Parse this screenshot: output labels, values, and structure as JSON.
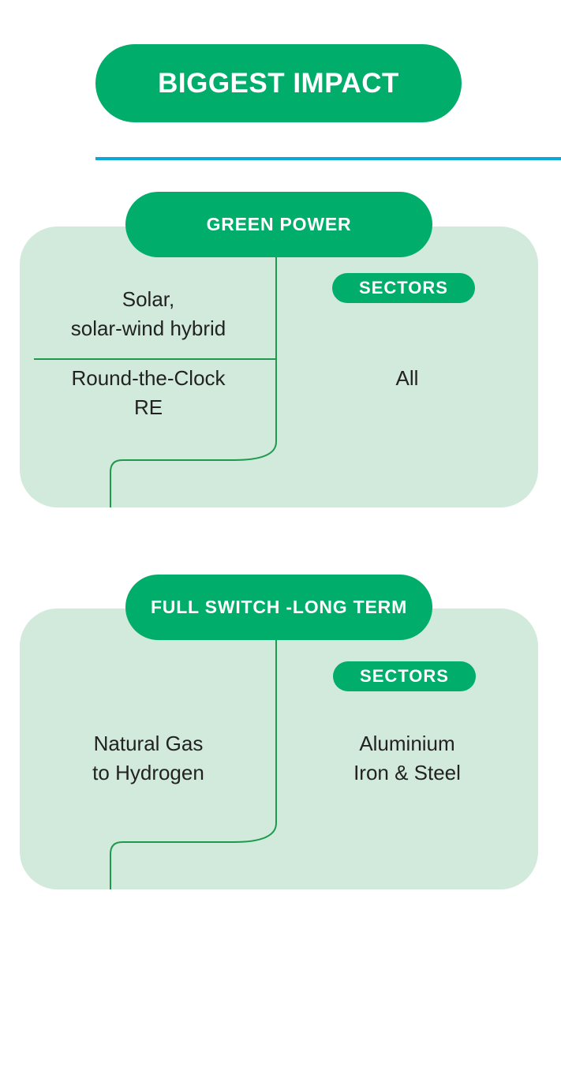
{
  "header": {
    "title": "BIGGEST IMPACT"
  },
  "cards": [
    {
      "title": "GREEN POWER",
      "sectors_label": "SECTORS",
      "options": [
        "Solar,\nsolar-wind hybrid",
        "Round-the-Clock\nRE"
      ],
      "sectors": "All"
    },
    {
      "title": "FULL SWITCH -LONG TERM",
      "sectors_label": "SECTORS",
      "options": [
        "Natural Gas\nto Hydrogen"
      ],
      "sectors": "Aluminium\nIron & Steel"
    }
  ],
  "colors": {
    "green": "#00ad6b",
    "card_bg": "#d1eadb",
    "divider": "#0ba7d6",
    "line": "#1e9a4e"
  }
}
